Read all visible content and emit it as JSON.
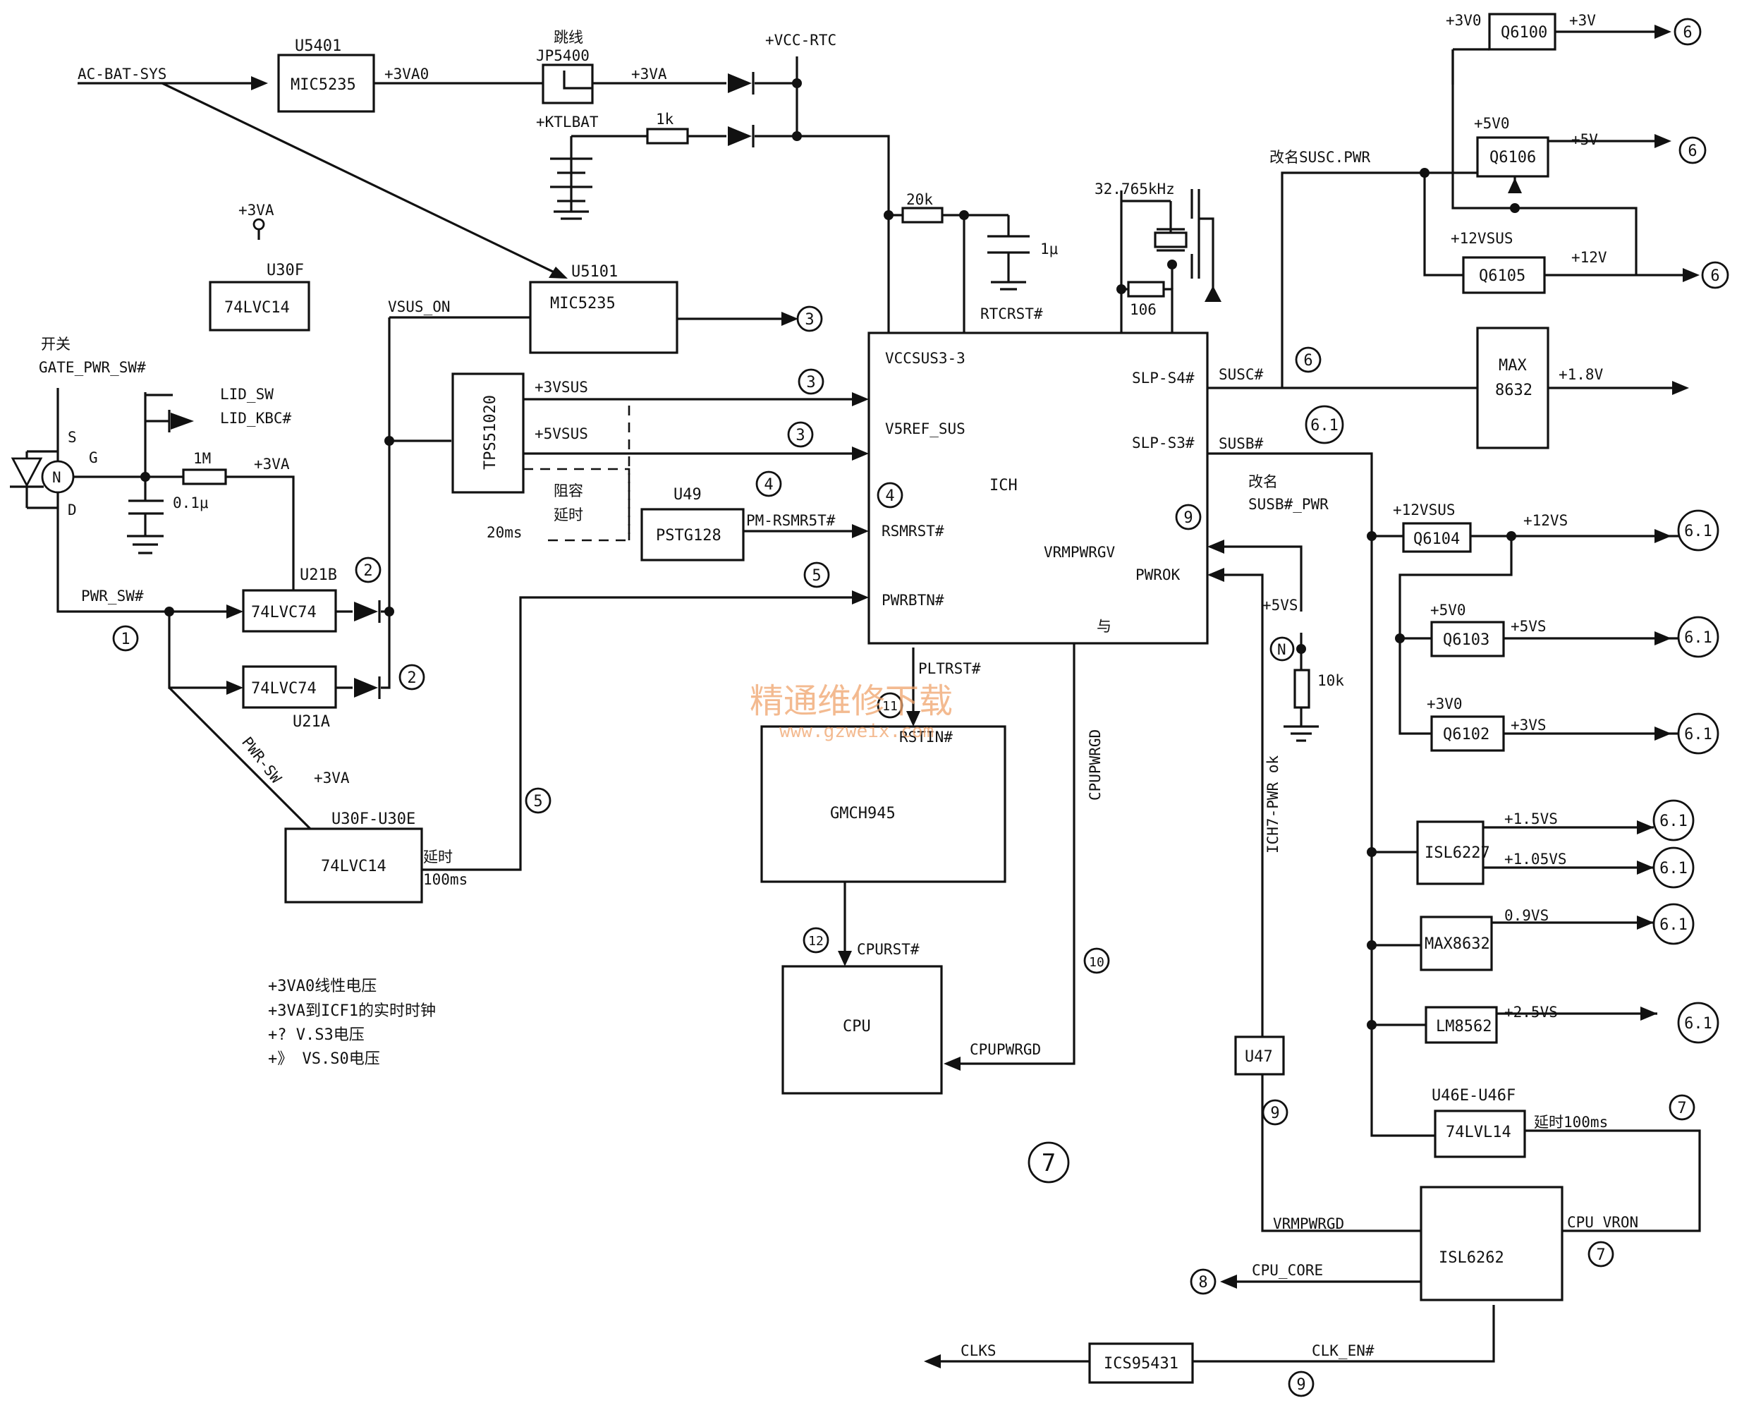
{
  "chips": {
    "u5401": "U5401",
    "mic5235_a": "MIC5235",
    "u5101": "U5101",
    "mic5235_b": "MIC5235",
    "tps": "TPS51020",
    "u49": "U49",
    "pstg": "PSTG128",
    "u30f": "U30F",
    "lvc14_top": "74LVC14",
    "u21b": "U21B",
    "lvc74_b": "74LVC74",
    "u21a": "U21A",
    "lvc74_a": "74LVC74",
    "u30fe": "U30F-U30E",
    "lvc14_bot": "74LVC14",
    "ich": "ICH",
    "gmch": "GMCH945",
    "cpu": "CPU",
    "max8632_top_1": "MAX",
    "max8632_top_2": "8632",
    "q6100": "Q6100",
    "q6106": "Q6106",
    "q6105": "Q6105",
    "q6104": "Q6104",
    "q6103": "Q6103",
    "q6102": "Q6102",
    "isl6227": "ISL6227",
    "max8632_mid": "MAX8632",
    "lm8562": "LM8562",
    "u46": "U46E-U46F",
    "lvl14": "74LVL14",
    "u47": "U47",
    "isl6262": "ISL6262",
    "ics": "ICS95431"
  },
  "nets": {
    "ac_bat_sys": "AC-BAT-SYS",
    "p3va0": "+3VA0",
    "jumper": "跳线",
    "jp5400": "JP5400",
    "p3va_top": "+3VA",
    "vcc_rtc": "+VCC-RTC",
    "ktlbat": "+KTLBAT",
    "r1k": "1k",
    "r20k": "20k",
    "c1u": "1μ",
    "rtcrst": "RTCRST#",
    "xtal": "32.765kHz",
    "r106": "106",
    "p3va_small": "+3VA",
    "vsus_on": "VSUS_ON",
    "switch_label": "开关",
    "gate_pwr_sw": "GATE_PWR_SW#",
    "lid_sw": "LID_SW",
    "lid_kbc": "LID_KBC#",
    "pin_s": "S",
    "pin_g": "G",
    "pin_d": "D",
    "mos_n": "N",
    "r1m": "1M",
    "p3va_mid": "+3VA",
    "c01u": "0.1μ",
    "pwr_sw": "PWR_SW#",
    "pwr_sw_diag": "PWR-SW",
    "p3va_low": "+3VA",
    "p3vsus": "+3VSUS",
    "p5vsus": "+5VSUS",
    "rc_delay_1": "阻容",
    "rc_delay_2": "延时",
    "t20ms": "20ms",
    "pm_rsmrst": "PM-RSMR5T#",
    "delay_1": "延时",
    "delay_2": "100ms",
    "vccsus": "VCCSUS3-3",
    "v5ref": "V5REF_SUS",
    "rsmrst": "RSMRST#",
    "pwrbtn": "PWRBTN#",
    "slp_s4": "SLP-S4#",
    "slp_s3": "SLP-S3#",
    "vrmpwrgv": "VRMPWRGV",
    "pwrok": "PWROK",
    "and_gate": "与",
    "pltrst": "PLTRST#",
    "rstin": "RSTIN#",
    "cpuprst": "CPURST#",
    "cpupwrgd_v": "CPUPWRGD",
    "cpupwrgd_h": "CPUPWRGD",
    "p5vs_pull": "+5VS",
    "r10k": "10k",
    "ich7_pwr_ok": "ICH7-PWR ok",
    "n_mark": "N",
    "susc": "SUSC#",
    "susb": "SUSB#",
    "rename_susc": "改名SUSC.PWR",
    "rename_susb_1": "改名",
    "rename_susb_2": "SUSB#_PWR",
    "p3v0_a": "+3V0",
    "p3v": "+3V",
    "p5v0_a": "+5V0",
    "p5v": "+5V",
    "p12vsus_a": "+12VSUS",
    "p12v": "+12V",
    "p1v8": "+1.8V",
    "p12vsus_b": "+12VSUS",
    "p12vs": "+12VS",
    "p5v0_b": "+5V0",
    "p5vs": "+5VS",
    "p3v0_b": "+3V0",
    "p3vs": "+3VS",
    "p1v5s": "+1.5VS",
    "p1v05s": "+1.05VS",
    "p0v9s": "0.9VS",
    "p2v5s": "+2.5VS",
    "delay100_u46": "延时100ms",
    "vrmpwrgd": "VRMPWRGD",
    "cpu_vron": "CPU_VRON",
    "cpu_core": "CPU_CORE",
    "clks": "CLKS",
    "clk_en": "CLK_EN#"
  },
  "steps": {
    "s1": "1",
    "s2a": "2",
    "s2b": "2",
    "s3a": "3",
    "s3b": "3",
    "s3c": "3",
    "s4a": "4",
    "s4b": "4",
    "s5a": "5",
    "s5b": "5",
    "s6": "6",
    "s61": "6.1",
    "s9a": "9",
    "s9b": "9",
    "s9c": "9",
    "s10": "10",
    "s11": "11",
    "s12": "12",
    "s7a": "7",
    "s7b": "7",
    "s8": "8",
    "o6a": "6",
    "o6b": "6",
    "o6c": "6",
    "o61a": "6.1",
    "o61b": "6.1",
    "o61c": "6.1",
    "o61d": "6.1",
    "o61e": "6.1",
    "o61f": "6.1",
    "o61g": "6.1",
    "big7": "7"
  },
  "notes": [
    "+3VA0线性电压",
    "+3VA到ICF1的实时时钟",
    "+? V.S3电压",
    "+》 VS.S0电压"
  ],
  "watermark": {
    "line1": "精通维修下载",
    "line2": "www.gzweix.com",
    "color": "#f0a36b"
  }
}
